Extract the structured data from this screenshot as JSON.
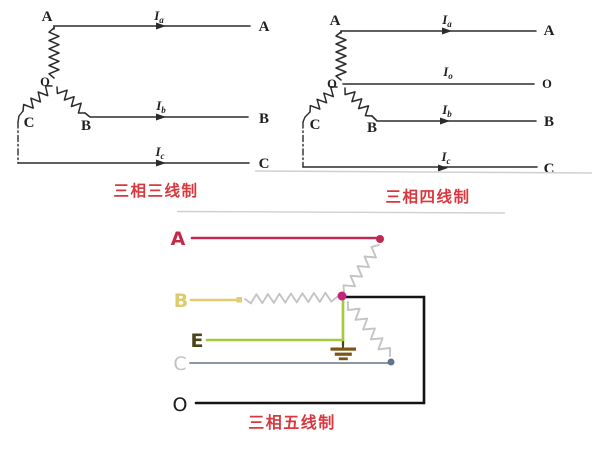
{
  "colors": {
    "caption_red": "#d9383f",
    "ink": "#2b2b2b",
    "coil_gray": "#c4c4c4",
    "phase_a": "#c22a4a",
    "phase_b": "#e0cd72",
    "earth_line": "#a4c83e",
    "earth_label": "#4a4418",
    "phase_c_line": "#8b97a3",
    "phase_c_label": "#bfc3c7",
    "neutral_black": "#141414",
    "node_pink": "#c4247c",
    "c_dot_blue": "#5f7390",
    "ground_brown": "#7d5418"
  },
  "three_wire": {
    "caption": "三相三线制",
    "source_labels": {
      "a": "A",
      "o": "O",
      "b": "B",
      "c": "C"
    },
    "terminal_labels": {
      "a": "A",
      "b": "B",
      "c": "C"
    },
    "currents": {
      "a": {
        "symbol": "I",
        "sub": "a"
      },
      "b": {
        "symbol": "I",
        "sub": "b"
      },
      "c": {
        "symbol": "I",
        "sub": "c"
      }
    }
  },
  "four_wire": {
    "caption": "三相四线制",
    "source_labels": {
      "a": "A",
      "o": "O",
      "b": "B",
      "c": "C"
    },
    "terminal_labels": {
      "a": "A",
      "o": "O",
      "b": "B",
      "c": "C"
    },
    "currents": {
      "a": {
        "symbol": "I",
        "sub": "a"
      },
      "o": {
        "symbol": "I",
        "sub": "o"
      },
      "b": {
        "symbol": "I",
        "sub": "b"
      },
      "c": {
        "symbol": "I",
        "sub": "c"
      }
    }
  },
  "five_wire": {
    "caption": "三相五线制",
    "wires": [
      {
        "id": "A",
        "label": "A",
        "color": "#bf2a52",
        "label_color": "#c22a4a"
      },
      {
        "id": "B",
        "label": "B",
        "color": "#e0cd72",
        "label_color": "#decb6e"
      },
      {
        "id": "E",
        "label": "E",
        "color": "#a4c83e",
        "label_color": "#4a4418"
      },
      {
        "id": "C",
        "label": "C",
        "color": "#8b97a3",
        "label_color": "#bfc3c7"
      },
      {
        "id": "O",
        "label": "O",
        "color": "#141414",
        "label_color": "#1a1a1a"
      }
    ]
  }
}
